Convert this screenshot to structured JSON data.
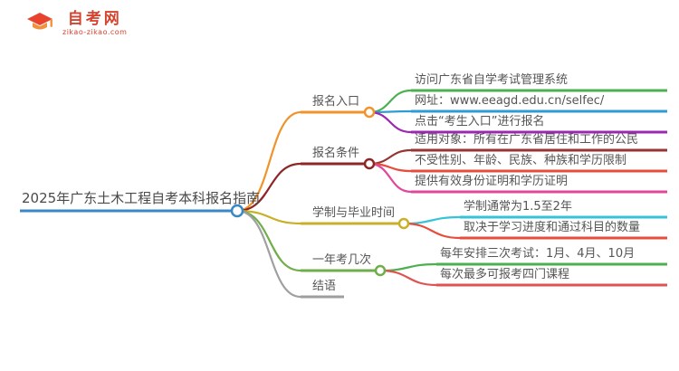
{
  "logo": {
    "title": "自考网",
    "subtitle": "zikao-zikao.com"
  },
  "root": {
    "label": "2025年广东土木工程自考本科报名指南",
    "color": "#3a87c8"
  },
  "branches": [
    {
      "label": "报名入口",
      "color": "#f0932b",
      "children": [
        {
          "label": "访问广东省自学考试管理系统",
          "color": "#4caf50"
        },
        {
          "label": "网址：www.eeagd.edu.cn/selfec/",
          "color": "#2e9bd6"
        },
        {
          "label": "点击“考生入口”进行报名",
          "color": "#9c27b0"
        }
      ]
    },
    {
      "label": "报名条件",
      "color": "#8e2626",
      "children": [
        {
          "label": "适用对象：所有在广东省居住和工作的公民",
          "color": "#9a3333"
        },
        {
          "label": "不受性别、年龄、民族、种族和学历限制",
          "color": "#e74c3c"
        },
        {
          "label": "提供有效身份证明和学历证明",
          "color": "#e0489a"
        }
      ]
    },
    {
      "label": "学制与毕业时间",
      "color": "#c9b028",
      "children": [
        {
          "label": "学制通常为1.5至2年",
          "color": "#35c4d7"
        },
        {
          "label": "取决于学习进度和通过科目的数量",
          "color": "#e74c3c"
        }
      ]
    },
    {
      "label": "一年考几次",
      "color": "#6fae4a",
      "children": [
        {
          "label": "每年安排三次考试：1月、4月、10月",
          "color": "#4caf50"
        },
        {
          "label": "每次最多可报考四门课程",
          "color": "#e05252"
        }
      ]
    },
    {
      "label": "结语",
      "color": "#9e9e9e",
      "children": []
    }
  ]
}
